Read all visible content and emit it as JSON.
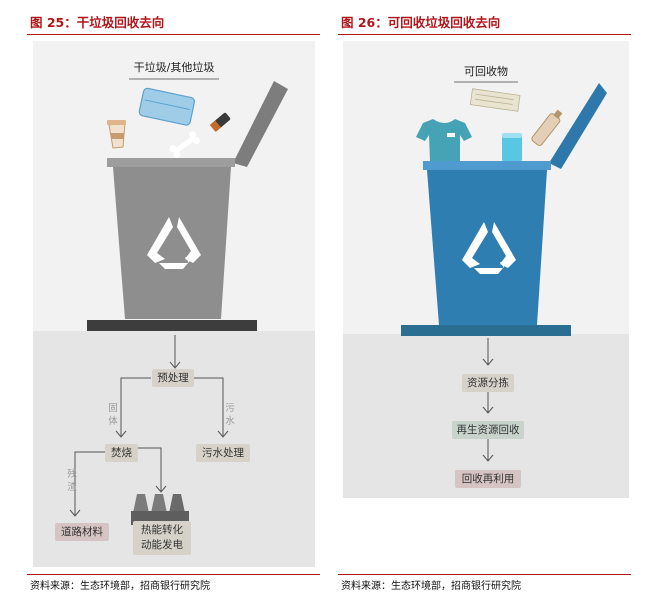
{
  "left": {
    "figure_title": "图 25：干垃圾回收去向",
    "bin_label": "干垃圾/其他垃圾",
    "flow": {
      "pretreat": "预处理",
      "solid_label": "固体",
      "sewage_label": "污水",
      "burn": "焚烧",
      "sewage_treat": "污水处理",
      "residue_label": "残渣",
      "road": "道路材料",
      "energy_line1": "热能转化",
      "energy_line2": "动能发电"
    },
    "source": "资料来源：生态环境部，招商银行研究院",
    "colors": {
      "bin": "#8e8e8e",
      "lid": "#7d7d7d"
    }
  },
  "right": {
    "figure_title": "图 26：可回收垃圾回收去向",
    "bin_label": "可回收物",
    "flow": {
      "sort": "资源分拣",
      "regen": "再生资源回收",
      "reuse": "回收再利用"
    },
    "source": "资料来源：生态环境部，招商银行研究院",
    "colors": {
      "bin": "#2e7eb2",
      "lid": "#2f78ac"
    }
  },
  "accent": "#b0151a"
}
